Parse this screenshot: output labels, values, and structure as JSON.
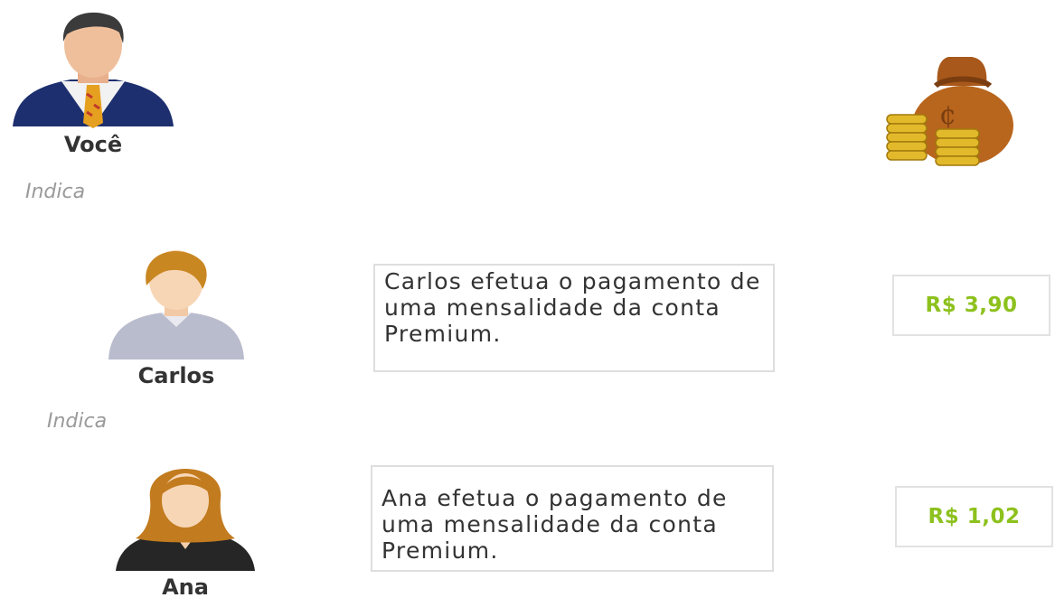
{
  "people": {
    "voce": {
      "label": "Você"
    },
    "carlos": {
      "label": "Carlos"
    },
    "ana": {
      "label": "Ana"
    }
  },
  "referral_label": "Indica",
  "payments": {
    "carlos": {
      "text": "Carlos efetua o pagamento de uma mensalidade da conta Premium.",
      "amount": "R$ 3,90"
    },
    "ana": {
      "text": "Ana efetua o pagamento de uma mensalidade da conta Premium.",
      "amount": "R$ 1,02"
    }
  },
  "icons": [
    "businessman-avatar-icon",
    "man-avatar-icon",
    "woman-avatar-icon",
    "money-bag-icon",
    "arrow-icon"
  ],
  "colors": {
    "amount": "#8dc11e",
    "arrow": "#222222",
    "indica": "#9a9a9a"
  }
}
